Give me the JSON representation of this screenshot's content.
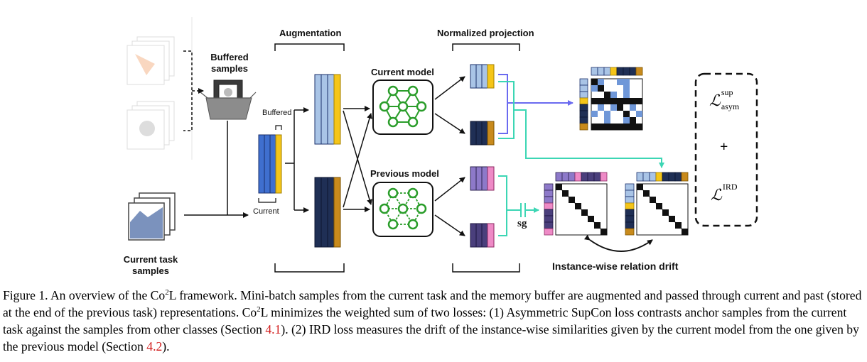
{
  "labels": {
    "augmentation": "Augmentation",
    "normalized_projection": "Normalized projection",
    "buffered_samples": "Buffered samples",
    "buffered": "Buffered",
    "current": "Current",
    "current_model": "Current model",
    "previous_model": "Previous model",
    "current_task_samples": "Current task samples",
    "sg": "sg",
    "instance_drift": "Instance-wise relation drift"
  },
  "losses": {
    "first_symbol": "ℒ",
    "first_sup": "sup",
    "first_sub": "asym",
    "plus": "+",
    "second_symbol": "ℒ",
    "second_sup": "IRD"
  },
  "caption": {
    "lead": "Figure 1. An overview of the Co",
    "sup1": "2",
    "part2": "L framework. Mini-batch samples from the current task and the memory buffer are augmented and passed through current and past (stored at the end of the previous task) representations. Co",
    "sup2": "2",
    "part3": "L minimizes the weighted sum of two losses: (1) Asymmetric SupCon loss contrasts anchor samples from the current task against the samples from other classes (Section ",
    "ref1": "4.1",
    "part4": "). (2) IRD loss measures the drift of the instance-wise similarities given by the current model from the one given by the previous model (Section ",
    "ref2": "4.2",
    "part5": ")."
  },
  "colors": {
    "light_blue": "#a9c4e6",
    "mid_blue": "#3f6fcf",
    "navy": "#1f2f55",
    "gold": "#f5c518",
    "brown": "#c88a1c",
    "purple": "#8d79c9",
    "pink": "#ee8ac6",
    "green": "#2a9d2a",
    "teal_arrow": "#3cd6b4",
    "blue_arrow": "#6a6af0"
  }
}
